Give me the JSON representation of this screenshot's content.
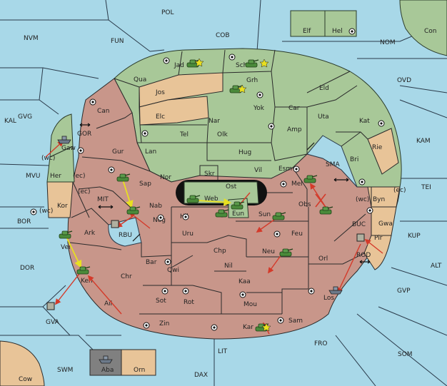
{
  "colors": {
    "sea": "#a8d8e8",
    "green_power": "#a8c898",
    "red_power": "#c8968a",
    "neutral": "#e8c498",
    "grey_power": "#808080",
    "unit_green": "#4a8a3a",
    "order_red": "#d43a2a",
    "order_yellow": "#e8e020"
  },
  "icons": {
    "army": "tank-icon",
    "fleet": "ship-icon",
    "supply_center": "supply-center-icon",
    "destroyed": "cross-icon"
  },
  "labels": {
    "POL": "POL",
    "NVM": "NVM",
    "FUN": "FUN",
    "COB": "COB",
    "NOM": "NOM",
    "Con": "Con",
    "Elf": "Elf",
    "Hel": "Hel",
    "OVD": "OVD",
    "KAL": "KAL",
    "GVG": "GVG",
    "GOR": "GOR",
    "Gaw": "Gaw",
    "wc1": "(wc)",
    "ec1": "(ec)",
    "Her": "Her",
    "MVU": "MVU",
    "KAM": "KAM",
    "Jad": "Jad",
    "Sch": "Sch",
    "Qua": "Qua",
    "Grh": "Grh",
    "Jos": "Jos",
    "Eld": "Eld",
    "Can": "Can",
    "Yok": "Yok",
    "Car": "Car",
    "Uta": "Uta",
    "Elc": "Elc",
    "Nar": "Nar",
    "Kat": "Kat",
    "Tel": "Tel",
    "Olk": "Olk",
    "Amp": "Amp",
    "Gur": "Gur",
    "Lan": "Lan",
    "Hug": "Hug",
    "Rie": "Rie",
    "Bri": "Bri",
    "Vil": "Vil",
    "Esm": "Esm",
    "SMA": "SMA",
    "Nor": "Nor",
    "Skr": "Skr",
    "Ost": "Ost",
    "Mel": "Mel",
    "TEI": "TEI",
    "Sap": "Sap",
    "Web": "Web",
    "ec2": "(ec)",
    "Byn": "Byn",
    "wc2": "(wc)",
    "ec3": "(ec)",
    "MIT": "MIT",
    "Nab": "Nab",
    "Eun": "Eun",
    "Obs": "Obs",
    "Kor": "Kor",
    "wc3": "(wc)",
    "Sun": "Sun",
    "Gwa": "Gwa",
    "BOR": "BOR",
    "Hil": "Hil",
    "BUC": "BUC",
    "KUP": "KUP",
    "Nog": "Nog",
    "Pir": "Pir",
    "RBU": "RBU",
    "Ark": "Ark",
    "Uru": "Uru",
    "Feu": "Feu",
    "Ver": "Ver",
    "Chp": "Chp",
    "Neu": "Neu",
    "Orl": "Orl",
    "ROD": "ROD",
    "Bar": "Bar",
    "Qwi": "Qwi",
    "Nil": "Nil",
    "DOR": "DOR",
    "ALT": "ALT",
    "Ken": "Ken",
    "Chr": "Chr",
    "Kaa": "Kaa",
    "Los": "Los",
    "GVP": "GVP",
    "Ail": "Ail",
    "Sot": "Sot",
    "Rot": "Rot",
    "Mou": "Mou",
    "GVA": "GVA",
    "Zin": "Zin",
    "Kar": "Kar",
    "Sam": "Sam",
    "FRO": "FRO",
    "LIT": "LIT",
    "SOM": "SOM",
    "SWM": "SWM",
    "Aba": "Aba",
    "Orn": "Orn",
    "DAX": "DAX",
    "Cow": "Cow"
  }
}
